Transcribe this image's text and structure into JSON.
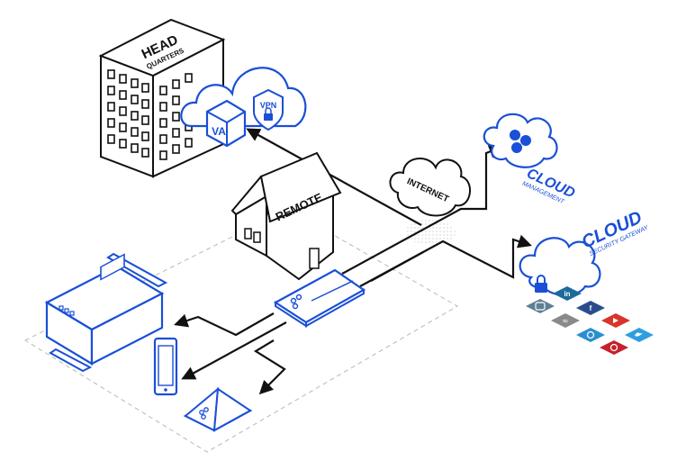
{
  "headquarters": {
    "line1": "HEAD",
    "line2": "QUARTERS"
  },
  "vpn": {
    "appliance": "VA",
    "badge": "VPN"
  },
  "internet": {
    "label": "INTERNET"
  },
  "remote": {
    "label": "REMOTE"
  },
  "cloud_management": {
    "title": "CLOUD",
    "subtitle": "MANAGEMENT"
  },
  "cloud_security": {
    "title": "CLOUD",
    "subtitle": "SECURITY GATEWAY"
  },
  "colors": {
    "accent": "#1a4fd6",
    "line": "#111111",
    "dashed_zone": "#b8b8b8",
    "linkedin": "#1b6c9a",
    "facebook": "#2b4c8c",
    "youtube": "#d9342b",
    "twitter": "#2f9ee0",
    "skype": "#2a8fd0",
    "pinterest": "#c5212b",
    "instagram": "#5f7f95",
    "rss": "#8a8a8a"
  },
  "social_icons": [
    "instagram-icon",
    "linkedin-icon",
    "facebook-icon",
    "rss-icon",
    "skype-icon",
    "youtube-icon",
    "pinterest-icon",
    "twitter-icon"
  ]
}
